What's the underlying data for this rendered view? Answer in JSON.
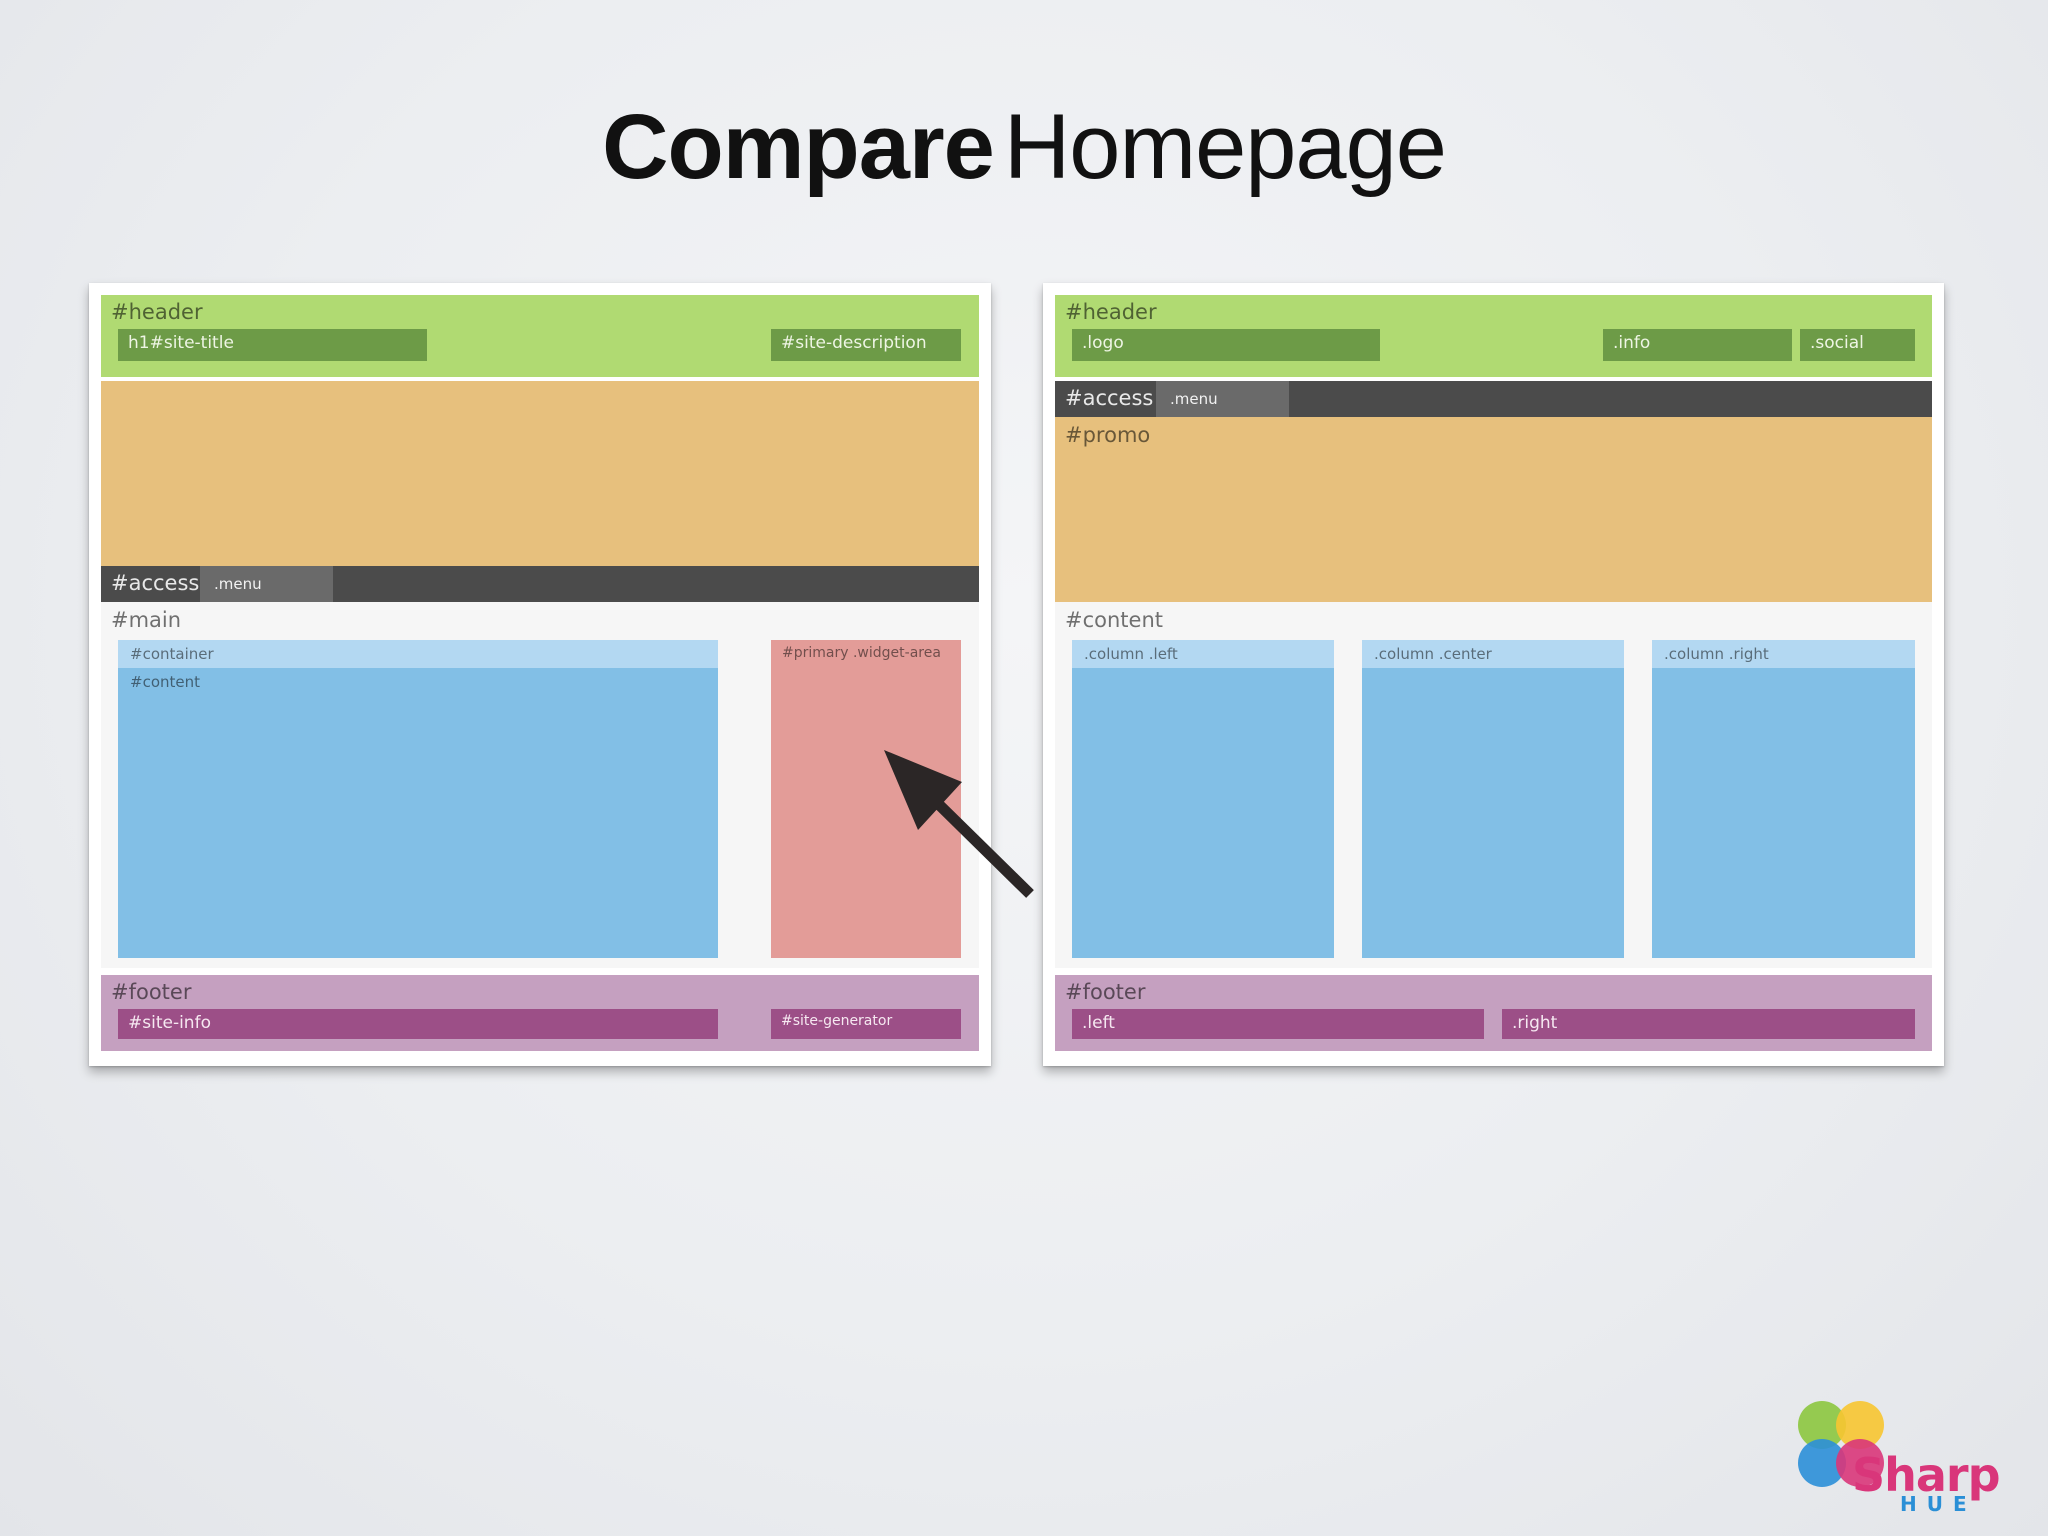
{
  "slide": {
    "title_bold": "Compare",
    "title_light": "Homepage"
  },
  "left_layout": {
    "header": "#header",
    "site_title": "h1#site-title",
    "site_description": "#site-description",
    "access": "#access",
    "menu": ".menu",
    "main": "#main",
    "container": "#container",
    "content": "#content",
    "widget_area": "#primary .widget-area",
    "footer": "#footer",
    "site_info": "#site-info",
    "site_generator": "#site-generator"
  },
  "right_layout": {
    "header": "#header",
    "logo": ".logo",
    "info": ".info",
    "social": ".social",
    "access": "#access",
    "menu": ".menu",
    "promo": "#promo",
    "content": "#content",
    "column_left": ".column .left",
    "column_center": ".column .center",
    "column_right": ".column .right",
    "footer": "#footer",
    "footer_left": ".left",
    "footer_right": ".right"
  },
  "brand": {
    "word": "Sharp",
    "sub": "HUE"
  },
  "colors": {
    "header": "#b0da72",
    "promo": "#e7c07d",
    "access": "#4b4b4b",
    "content": "#82bfe6",
    "widget": "#e39c98",
    "footer": "#c5a0c0",
    "chip_green": "#6d9b47",
    "chip_purple": "#9c4f87"
  }
}
